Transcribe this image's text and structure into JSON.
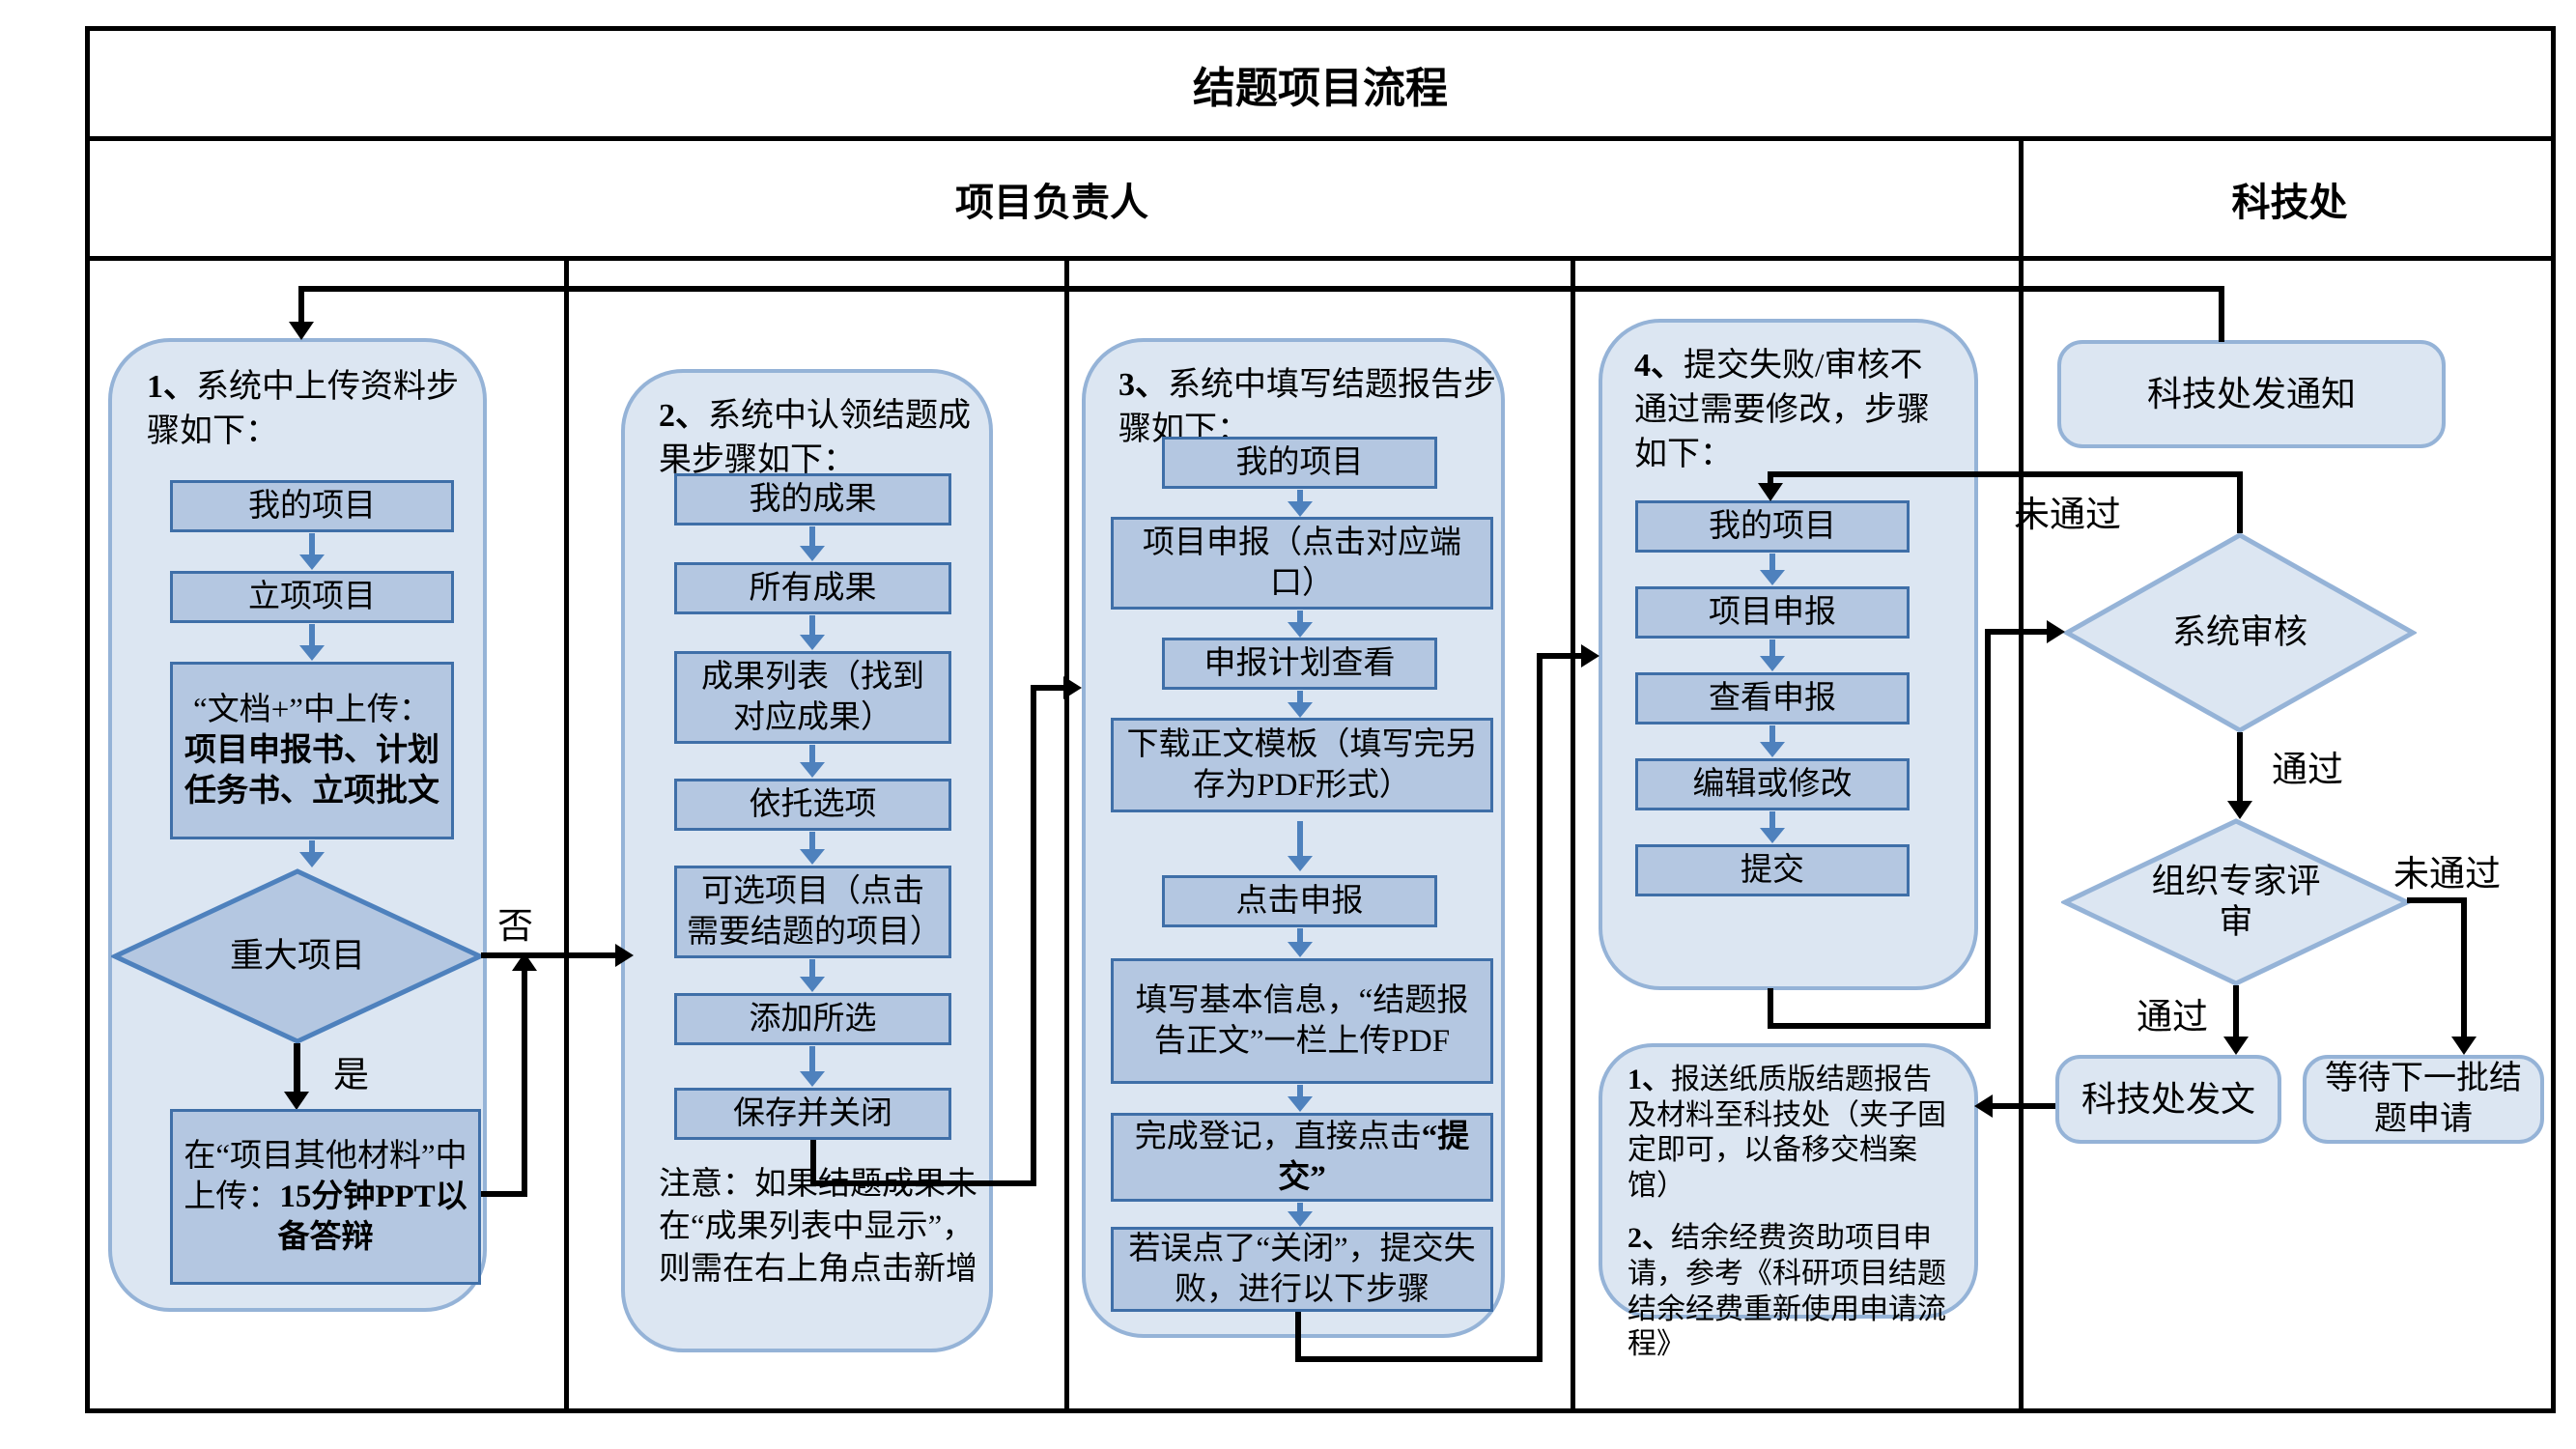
{
  "title": "结题项目流程",
  "lanes": {
    "left": "项目负责人",
    "right": "科技处"
  },
  "edge_labels": {
    "no": "否",
    "yes": "是",
    "sys_fail": "未通过",
    "sys_pass": "通过",
    "exp_fail": "未通过",
    "exp_pass": "通过"
  },
  "groups": {
    "g1": {
      "heading_num": "1、",
      "heading": "系统中上传资料步骤如下：",
      "steps": [
        "我的项目",
        "立项项目"
      ],
      "step3_pre": "“文档+”中上传：",
      "step3_bold": "项目申报书、计划任务书、立项批文",
      "decision": "重大项目",
      "step5_pre": "在“项目其他材料”中上传：",
      "step5_bold": "15分钟PPT以备答辩"
    },
    "g2": {
      "heading_num": "2、",
      "heading": "系统中认领结题成果步骤如下：",
      "steps": [
        "我的成果",
        "所有成果",
        "成果列表（找到对应成果）",
        "依托选项",
        "可选项目（点击需要结题的项目）",
        "添加所选",
        "保存并关闭"
      ],
      "note": "注意：如果结题成果未在“成果列表中显示”，则需在右上角点击新增"
    },
    "g3": {
      "heading_num": "3、",
      "heading": "系统中填写结题报告步骤如下：",
      "steps": [
        "我的项目",
        "项目申报（点击对应端口）",
        "申报计划查看",
        "下载正文模板（填写完另存为PDF形式）",
        "点击申报",
        "填写基本信息，“结题报告正文”一栏上传PDF"
      ],
      "step7_pre": "完成登记，直接点击",
      "step7_bold": "“提交”",
      "step8": "若误点了“关闭”，提交失败，进行以下步骤"
    },
    "g4": {
      "heading_num": "4、",
      "heading": "提交失败/审核不通过需要修改，步骤如下：",
      "steps": [
        "我的项目",
        "项目申报",
        "查看申报",
        "编辑或修改",
        "提交"
      ]
    },
    "note4": {
      "p1_num": "1、",
      "p1": "报送纸质版结题报告及材料至科技处（夹子固定即可，以备移交档案馆）",
      "p2_num": "2、",
      "p2": "结余经费资助项目申请，参考《科研项目结题结余经费重新使用申请流程》"
    }
  },
  "office": {
    "notify": "科技处发通知",
    "sys_review": "系统审核",
    "expert_review": "组织专家评审",
    "issue": "科技处发文",
    "wait": "等待下一批结题申请"
  },
  "colors": {
    "group_fill": "#dce6f2",
    "group_border": "#95b3d7",
    "box_fill": "#b4c7e1",
    "box_border": "#3f6fa8",
    "blue_arrow": "#4e81bd",
    "connector": "#000000"
  }
}
